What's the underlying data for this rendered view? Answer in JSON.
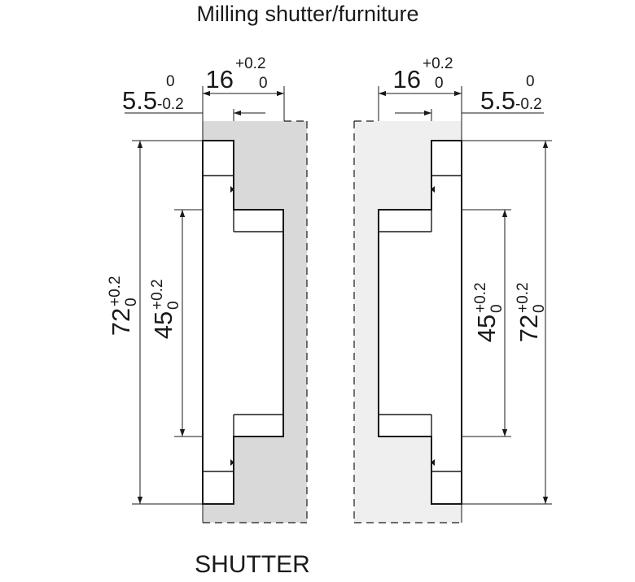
{
  "title": "Milling shutter/furniture",
  "label_shutter": "SHUTTER",
  "dimensions": {
    "width_16": {
      "base": "16",
      "upper": "+0.2",
      "lower": "0"
    },
    "depth_5_5": {
      "base": "5.5",
      "upper": "0",
      "lower": "-0.2"
    },
    "height_72": {
      "base": "72",
      "upper": "+0.2",
      "lower": "0"
    },
    "height_45": {
      "base": "45",
      "upper": "+0.2",
      "lower": "0"
    }
  },
  "colors": {
    "shutter_fill": "#d9d9d9",
    "furniture_fill": "#efefef",
    "line": "#1a1a1a"
  }
}
